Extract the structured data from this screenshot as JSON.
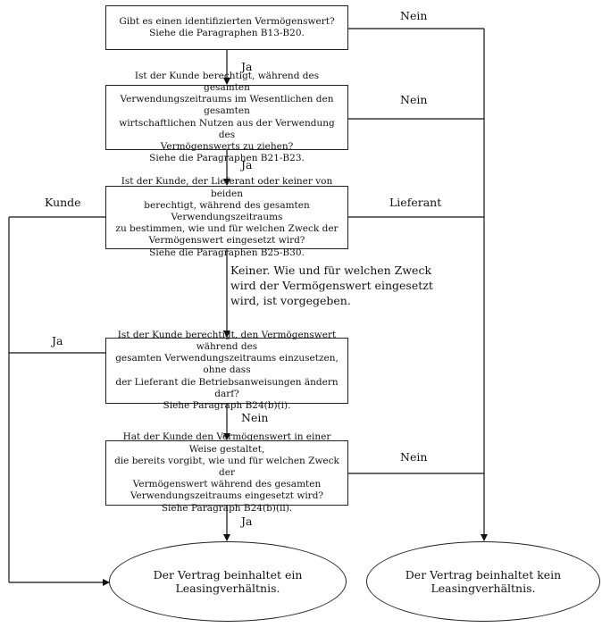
{
  "boxes": {
    "q1": [
      "Gibt es einen identifizierten Vermögenswert?",
      "Siehe die Paragraphen B13-B20."
    ],
    "q2": [
      "Ist der Kunde berechtigt, während des gesamten",
      "Verwendungszeitraums im Wesentlichen den gesamten",
      "wirtschaftlichen Nutzen aus der Verwendung des",
      "Vermögenswerts zu ziehen?",
      "Siehe die Paragraphen B21-B23."
    ],
    "q3": [
      "Ist der Kunde, der Lieferant oder keiner von beiden",
      "berechtigt, während des gesamten Verwendungszeitraums",
      "zu bestimmen, wie und für welchen Zweck der",
      "Vermögenswert eingesetzt wird?",
      "Siehe die Paragraphen B25-B30."
    ],
    "q4": [
      "Ist der Kunde berechtigt, den Vermögenswert während des",
      "gesamten Verwendungszeitraums einzusetzen, ohne dass",
      "der Lieferant die Betriebsanweisungen ändern darf?",
      "Siehe Paragraph B24(b)(i)."
    ],
    "q5": [
      "Hat der Kunde den Vermögenswert in einer Weise gestaltet,",
      "die bereits vorgibt, wie und für welchen Zweck der",
      "Vermögenswert während des gesamten",
      "Verwendungszeitraums eingesetzt wird?",
      "Siehe Paragraph B24(b)(ii)."
    ]
  },
  "labels": {
    "nein1": "Nein",
    "ja1": "Ja",
    "nein2": "Nein",
    "ja2": "Ja",
    "kunde": "Kunde",
    "lieferant": "Lieferant",
    "keiner": [
      "Keiner. Wie und für welchen Zweck",
      "wird der Vermögenswert eingesetzt",
      "wird, ist vorgegeben."
    ],
    "ja3": "Ja",
    "nein3": "Nein",
    "nein4": "Nein",
    "ja4": "Ja"
  },
  "outcomes": {
    "lease": "Der Vertrag beinhaltet ein Leasingverhältnis.",
    "nolease": "Der Vertrag beinhaltet kein Leasingverhältnis."
  }
}
